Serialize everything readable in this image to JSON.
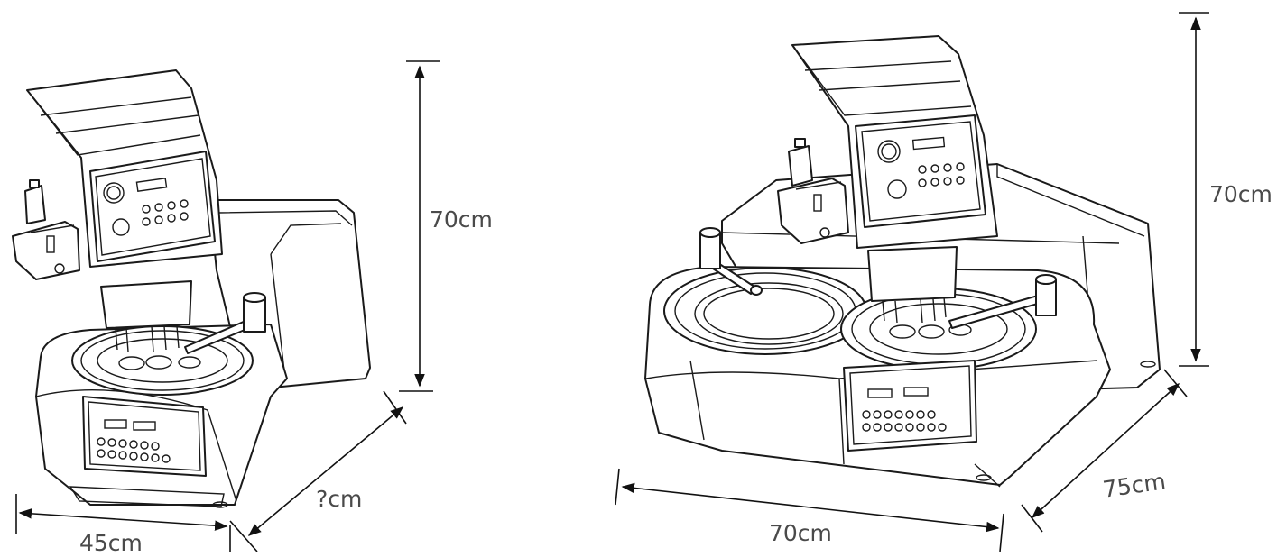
{
  "dimensions": {
    "single_machine": {
      "height": "70cm",
      "width": "45cm",
      "depth": "?cm"
    },
    "double_machine": {
      "height": "70cm",
      "width": "70cm",
      "depth": "75cm"
    }
  }
}
